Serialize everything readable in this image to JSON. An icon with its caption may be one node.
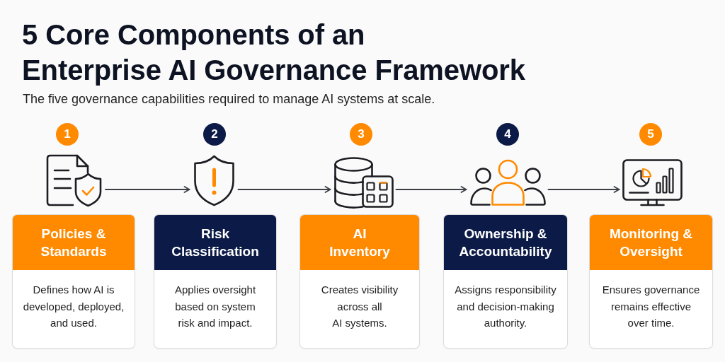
{
  "diagram": {
    "title": "5 Core Components of an Enterprise AI Governance Framework",
    "nodes": [
      {
        "text": [
          "1"
        ]
      },
      {
        "text": [],
        "shape": "picture"
      },
      {
        "text": [
          "Policies & Standards",
          "Defines how AI is developed, deployed, and used."
        ]
      },
      {
        "text": [
          "2"
        ]
      },
      {
        "text": [],
        "shape": "picture"
      },
      {
        "text": [
          "Risk Classification",
          "Applies oversight based on system risk and impact."
        ]
      },
      {
        "text": [
          "3"
        ]
      },
      {
        "text": [],
        "shape": "picture"
      },
      {
        "text": [
          "AI Inventory",
          "Creates visibility across all AI systems."
        ]
      },
      {
        "text": [
          "4"
        ]
      },
      {
        "text": [],
        "shape": "picture"
      },
      {
        "text": [
          "Ownership & Accountability",
          "Assigns responsibility and decision-making authority."
        ]
      },
      {
        "text": [
          "5"
        ]
      },
      {
        "text": [],
        "shape": "picture"
      },
      {
        "text": [
          "Monitoring & Oversight",
          "Ensures governance remains effective over time."
        ]
      }
    ],
    "edges": [
      {
        "from": 1,
        "to": 4,
        "arrow": "to"
      },
      {
        "from": 4,
        "to": 7,
        "arrow": "to"
      },
      {
        "from": 7,
        "to": 10,
        "arrow": "to"
      },
      {
        "from": 10,
        "to": 13,
        "arrow": "to"
      }
    ],
    "labels": [
      "The five governance capabilities required to manage AI systems at scale."
    ]
  }
}
